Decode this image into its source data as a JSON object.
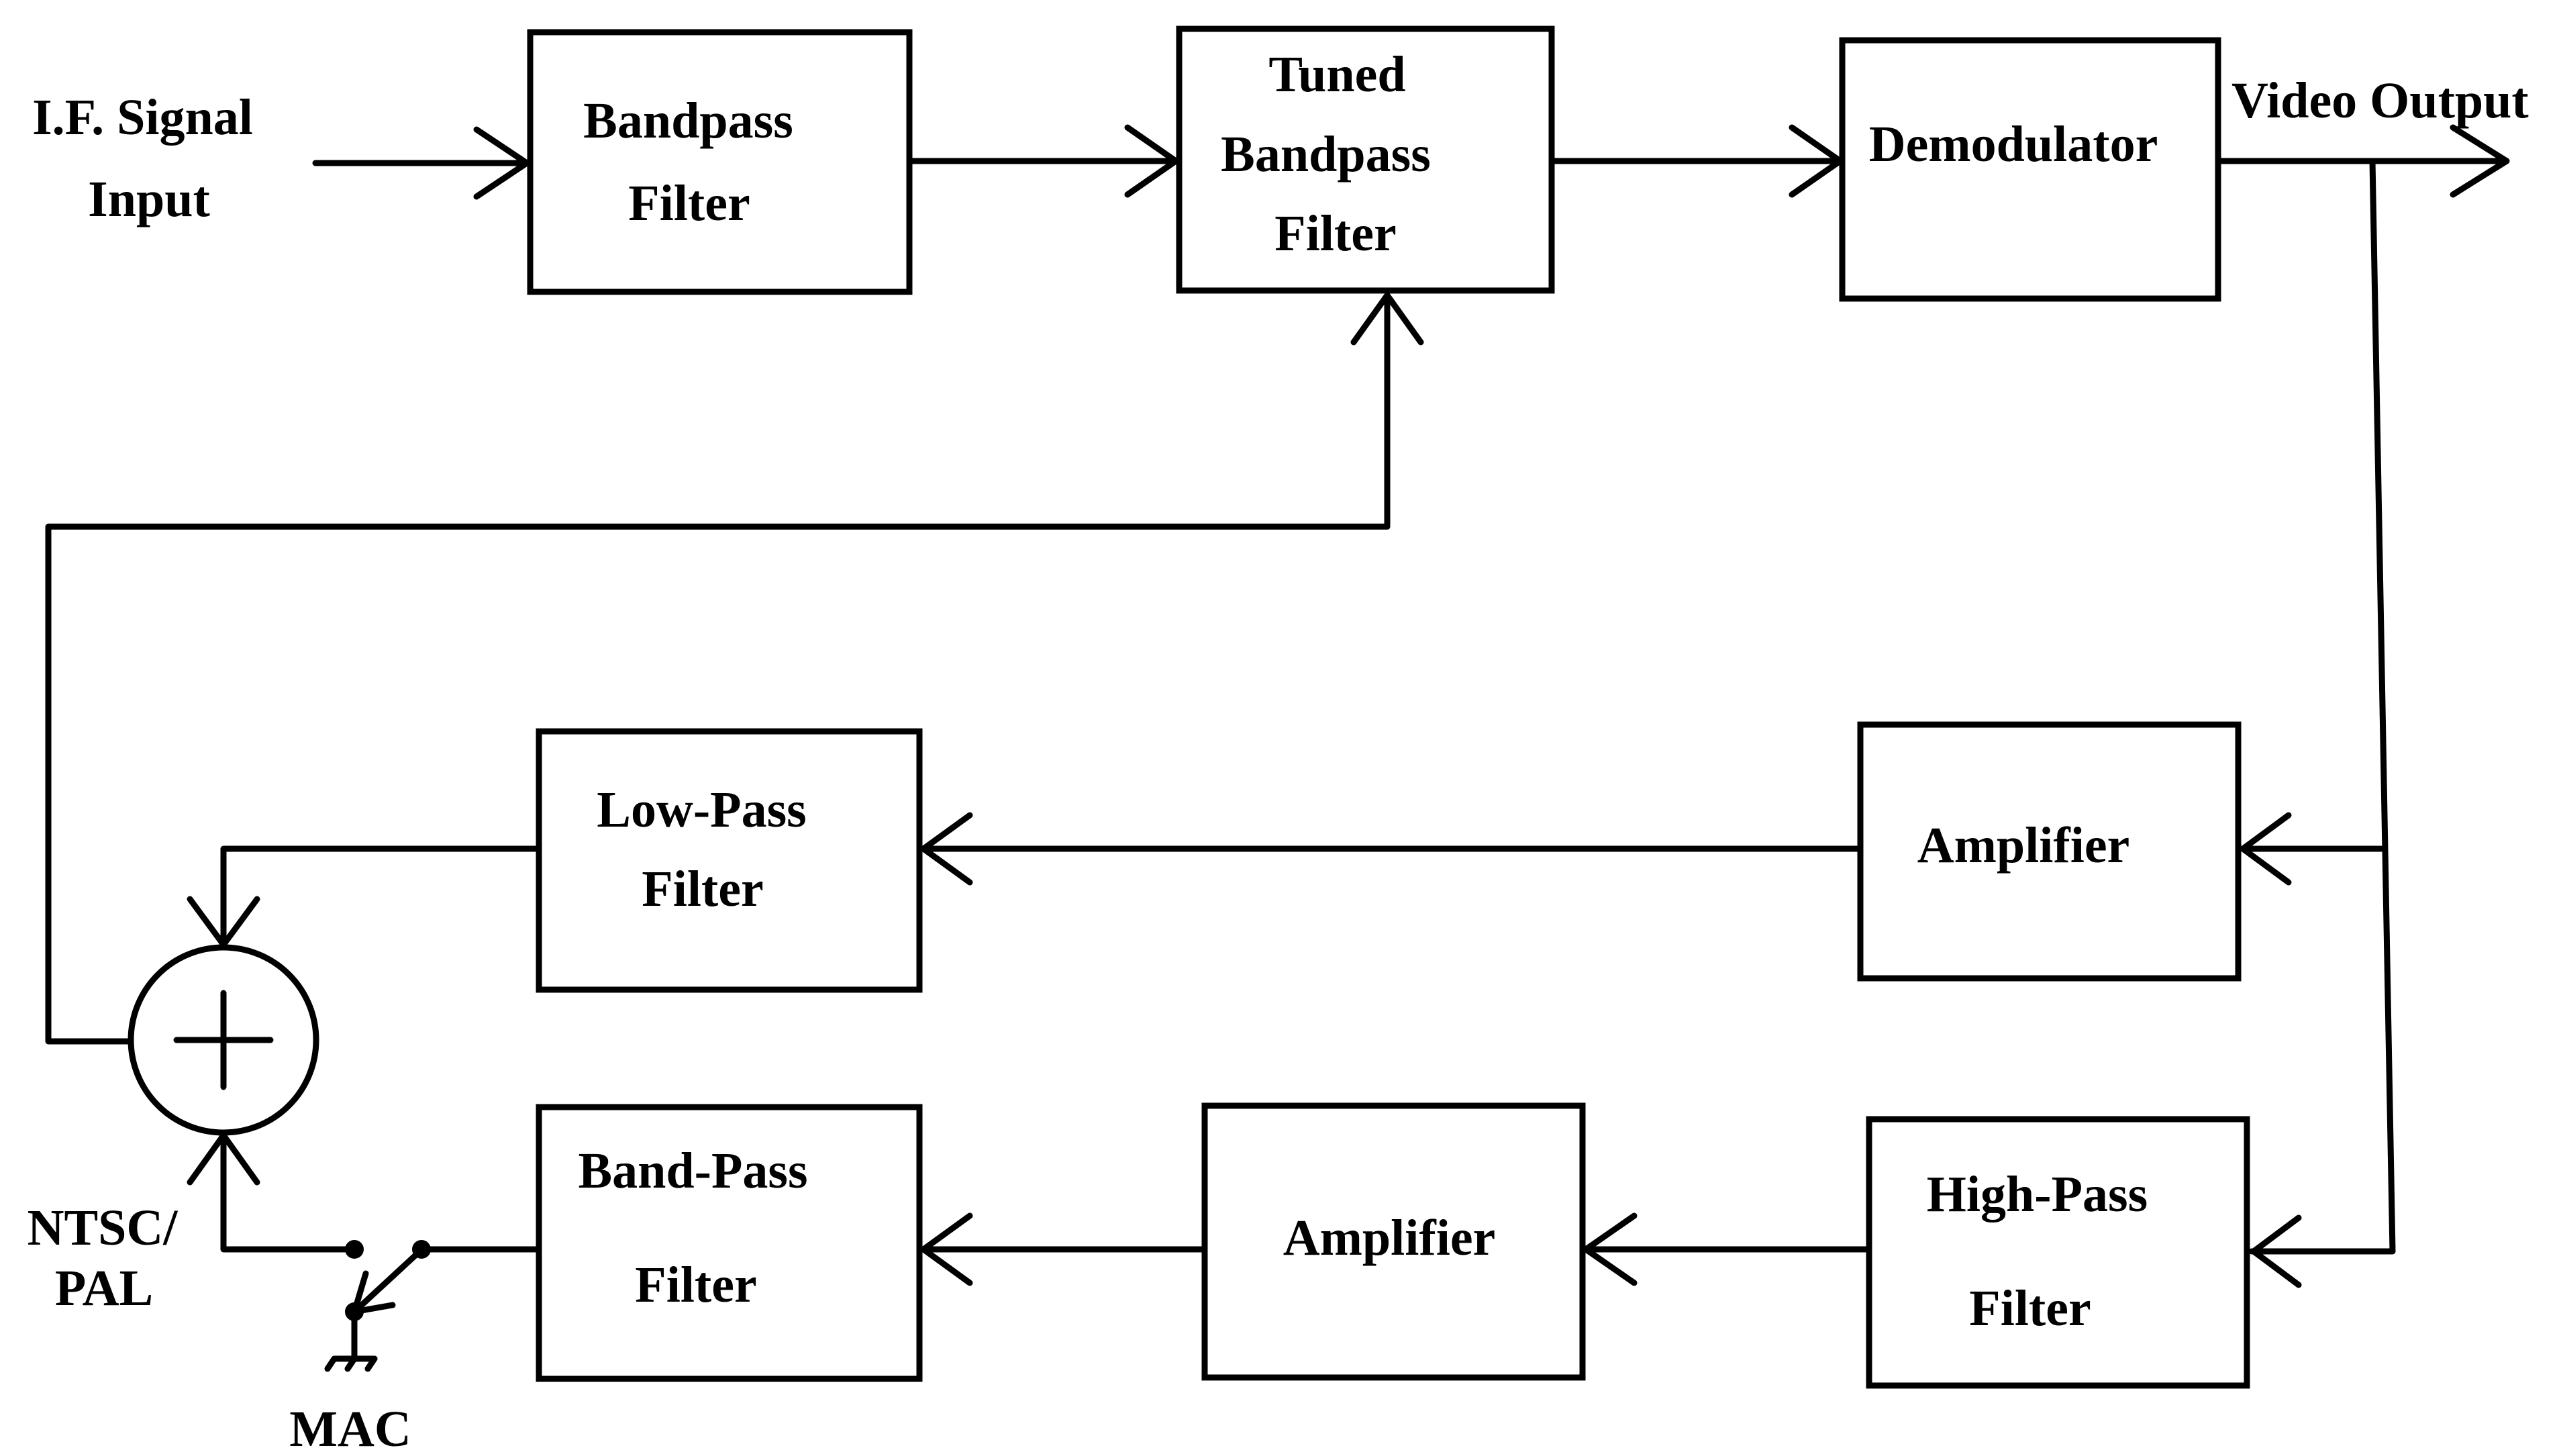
{
  "blocks": {
    "bandpass": [
      "Bandpass",
      "Filter"
    ],
    "tuned": [
      "Tuned",
      "Bandpass",
      "Filter"
    ],
    "demod": [
      "Demodulator"
    ],
    "amp_top": [
      "Amplifier"
    ],
    "lowpass": [
      "Low-Pass",
      "Filter"
    ],
    "highpass": [
      "High-Pass",
      "Filter"
    ],
    "amp_bottom": [
      "Amplifier"
    ],
    "bandpass2": [
      "Band-Pass",
      "Filter"
    ]
  },
  "labels": {
    "if_input": [
      "I.F. Signal",
      "Input"
    ],
    "video_output": "Video Output",
    "ntsc_pal": [
      "NTSC/",
      "PAL"
    ],
    "mac": "MAC"
  }
}
